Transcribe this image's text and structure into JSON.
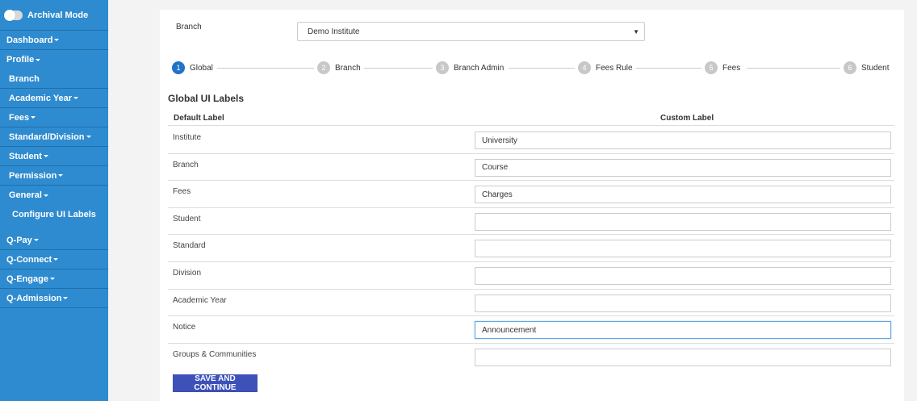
{
  "sidebar": {
    "archival_label": "Archival Mode",
    "items": [
      {
        "label": "Dashboard",
        "caret": true,
        "level": "top"
      },
      {
        "label": "Profile",
        "caret": true,
        "level": "top",
        "plain": true
      },
      {
        "label": "Branch",
        "caret": false,
        "level": "sub"
      },
      {
        "label": "Academic Year",
        "caret": true,
        "level": "sub"
      },
      {
        "label": "Fees",
        "caret": true,
        "level": "sub"
      },
      {
        "label": "Standard/Division",
        "caret": true,
        "level": "sub"
      },
      {
        "label": "Student",
        "caret": true,
        "level": "sub"
      },
      {
        "label": "Permission",
        "caret": true,
        "level": "sub"
      },
      {
        "label": "General",
        "caret": true,
        "level": "sub",
        "plain": true
      },
      {
        "label": "Configure UI Labels",
        "caret": false,
        "level": "sub2",
        "plain": true
      },
      {
        "label": "Q-Pay",
        "caret": true,
        "level": "top"
      },
      {
        "label": "Q-Connect",
        "caret": true,
        "level": "top"
      },
      {
        "label": "Q-Engage",
        "caret": true,
        "level": "top"
      },
      {
        "label": "Q-Admission",
        "caret": true,
        "level": "top"
      }
    ]
  },
  "branch": {
    "label": "Branch",
    "selected": "Demo Institute",
    "arrow": "▼"
  },
  "stepper": [
    {
      "num": "1",
      "label": "Global",
      "active": true
    },
    {
      "num": "2",
      "label": "Branch",
      "active": false
    },
    {
      "num": "3",
      "label": "Branch Admin",
      "active": false
    },
    {
      "num": "4",
      "label": "Fees Rule",
      "active": false
    },
    {
      "num": "5",
      "label": "Fees",
      "active": false
    },
    {
      "num": "6",
      "label": "Student",
      "active": false
    }
  ],
  "section_title": "Global UI Labels",
  "table": {
    "col_default": "Default Label",
    "col_custom": "Custom Label",
    "rows": [
      {
        "default": "Institute",
        "custom": "University"
      },
      {
        "default": "Branch",
        "custom": "Course"
      },
      {
        "default": "Fees",
        "custom": "Charges"
      },
      {
        "default": "Student",
        "custom": ""
      },
      {
        "default": "Standard",
        "custom": ""
      },
      {
        "default": "Division",
        "custom": ""
      },
      {
        "default": "Academic Year",
        "custom": ""
      },
      {
        "default": "Notice",
        "custom": "Announcement",
        "focused": true
      },
      {
        "default": "Groups & Communities",
        "custom": ""
      }
    ]
  },
  "save_button": "SAVE AND CONTINUE",
  "colors": {
    "sidebar_bg": "#2e8bcf",
    "active_step": "#1e74c7",
    "save_button_bg": "#3d51b8"
  }
}
